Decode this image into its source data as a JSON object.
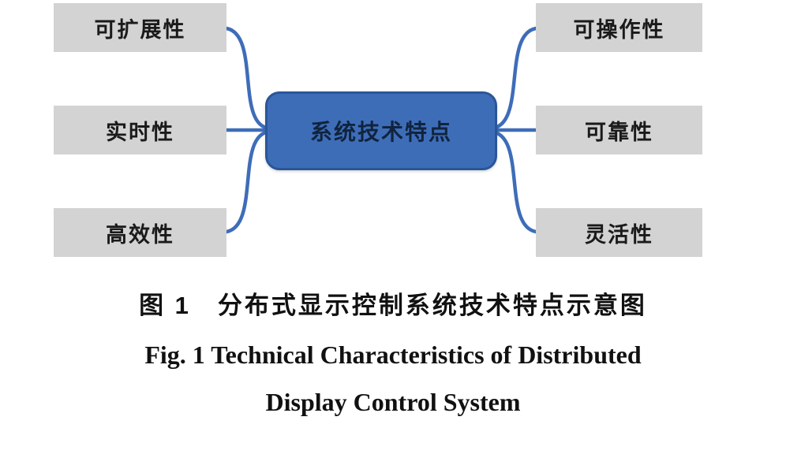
{
  "diagram": {
    "center": {
      "label": "系统技术特点"
    },
    "left_nodes": [
      {
        "label": "可扩展性"
      },
      {
        "label": "实时性"
      },
      {
        "label": "高效性"
      }
    ],
    "right_nodes": [
      {
        "label": "可操作性"
      },
      {
        "label": "可靠性"
      },
      {
        "label": "灵活性"
      }
    ]
  },
  "caption": {
    "zh": "图 1　分布式显示控制系统技术特点示意图",
    "en_line1": "Fig. 1   Technical Characteristics of Distributed",
    "en_line2": "Display Control System"
  },
  "colors": {
    "node_bg": "#d3d3d3",
    "center_bg": "#3e6db8",
    "center_border": "#2a5699",
    "connector": "#3e6db8",
    "text": "#111111"
  }
}
